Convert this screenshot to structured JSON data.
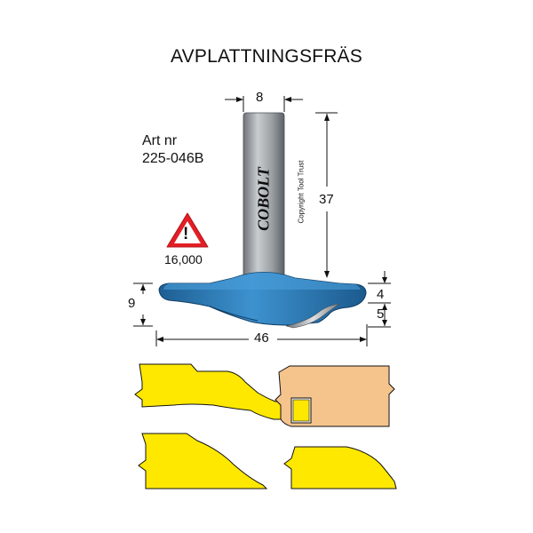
{
  "title": "AVPLATTNINGSFRÄS",
  "article": {
    "label": "Art nr",
    "number": "225-046B"
  },
  "warning": {
    "icon": "warning-triangle-icon",
    "symbol": "!",
    "max_rpm": "16,000"
  },
  "brand": "COBOLT",
  "copyright": "Copyright Tool Trust",
  "dimensions": {
    "shank_diameter": "8",
    "shank_length": "37",
    "cutter_height": "9",
    "top_height": "4",
    "profile_height": "5",
    "cutter_diameter": "46"
  },
  "colors": {
    "router_bit": "#2f7fba",
    "router_bit_dark": "#1d5e93",
    "shank": "#9a9fa3",
    "workpiece_profiled": "#ffe800",
    "workpiece_frame": "#f5c48c",
    "warning": "#e31e24",
    "dimension_lines": "#111111"
  }
}
